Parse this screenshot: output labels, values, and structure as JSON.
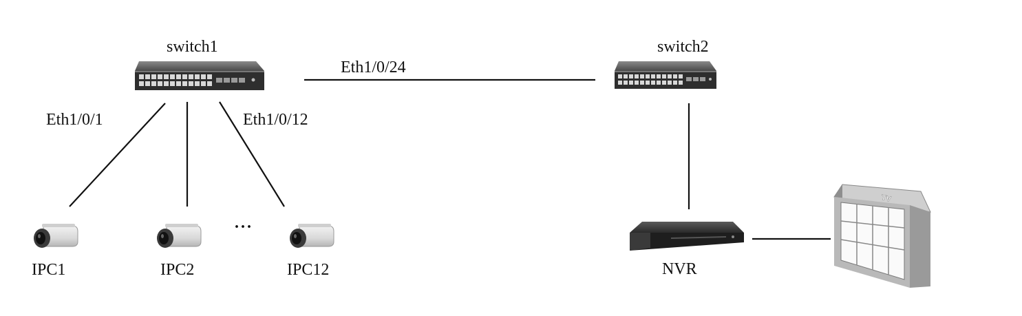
{
  "diagram": {
    "nodes": {
      "switch1": {
        "label": "switch1",
        "icon": "network-switch-icon"
      },
      "switch2": {
        "label": "switch2",
        "icon": "network-switch-icon"
      },
      "ipc1": {
        "label": "IPC1",
        "icon": "bullet-camera-icon"
      },
      "ipc2": {
        "label": "IPC2",
        "icon": "bullet-camera-icon"
      },
      "ipc12": {
        "label": "IPC12",
        "icon": "bullet-camera-icon"
      },
      "nvr": {
        "label": "NVR",
        "icon": "nvr-recorder-icon"
      },
      "tv": {
        "label": "TV",
        "icon": "tv-wall-icon"
      }
    },
    "ellipsis": "···",
    "links": [
      {
        "from": "switch1",
        "to": "ipc1",
        "label": "Eth1/0/1"
      },
      {
        "from": "switch1",
        "to": "ipc2",
        "label": ""
      },
      {
        "from": "switch1",
        "to": "ipc12",
        "label": "Eth1/0/12"
      },
      {
        "from": "switch1",
        "to": "switch2",
        "label": "Eth1/0/24"
      },
      {
        "from": "switch2",
        "to": "nvr",
        "label": ""
      },
      {
        "from": "nvr",
        "to": "tv",
        "label": ""
      }
    ]
  }
}
